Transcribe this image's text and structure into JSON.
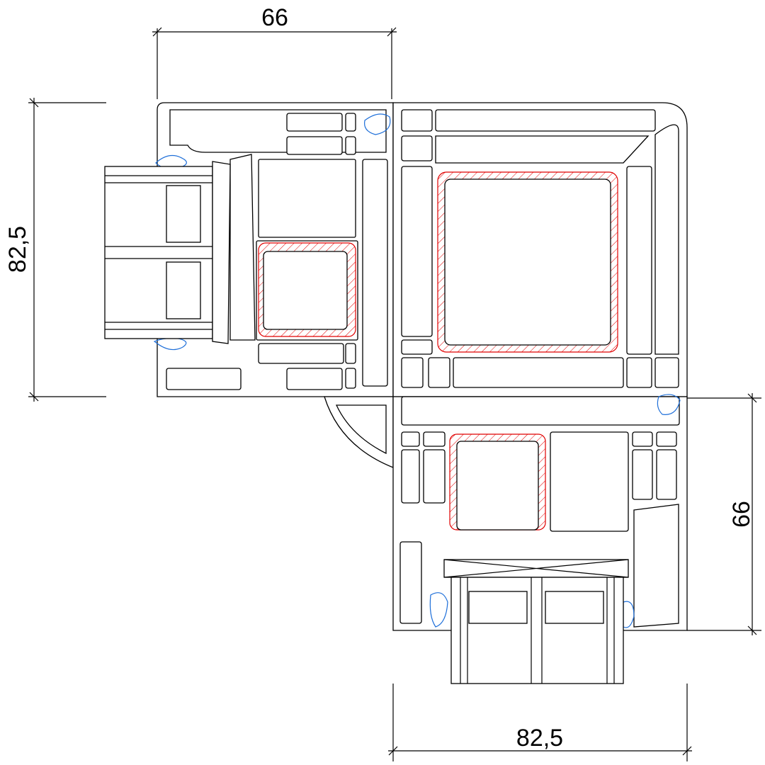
{
  "dimensions": {
    "top_width": "66",
    "left_height": "82,5",
    "right_height": "66",
    "bottom_width": "82,5"
  },
  "colors": {
    "reinforcement": "#e00000",
    "gasket": "#1e6fd9",
    "line": "#000000"
  }
}
